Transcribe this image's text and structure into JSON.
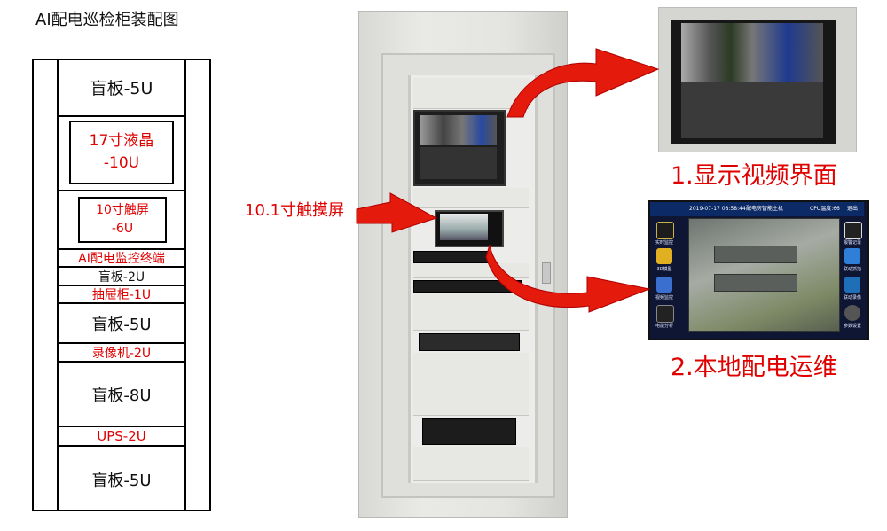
{
  "diagram": {
    "title": "AI配电巡检柜装配图",
    "slots": [
      {
        "label": "盲板-5U",
        "tone": "black"
      },
      {
        "label": "17寸液晶\n-10U",
        "tone": "red"
      },
      {
        "label": "10寸触屏\n-6U",
        "tone": "red"
      },
      {
        "label": "AI配电监控终端",
        "tone": "red"
      },
      {
        "label": "盲板-2U",
        "tone": "black"
      },
      {
        "label": "抽屉柜-1U",
        "tone": "red"
      },
      {
        "label": "盲板-5U",
        "tone": "black"
      },
      {
        "label": "录像机-2U",
        "tone": "red"
      },
      {
        "label": "盲板-8U",
        "tone": "black"
      },
      {
        "label": "UPS-2U",
        "tone": "red"
      },
      {
        "label": "盲板-5U",
        "tone": "black"
      }
    ]
  },
  "photo": {
    "touch_label": "10.1寸触摸屏",
    "video_caption": "1.显示视频界面",
    "local_caption": "2.本地配电运维"
  },
  "ui": {
    "topbar_left": "2019-07-17 08:58:44",
    "topbar_center": "配电房智能主机",
    "topbar_right": "CPU温度:66",
    "exit_label": "退出",
    "left_buttons": [
      "实时监控",
      "3D模型",
      "视频监控",
      "电能分析"
    ],
    "right_buttons": [
      "报警记录",
      "联动抓拍",
      "联动录像",
      "参数设置"
    ]
  },
  "colors": {
    "red": "#e00000",
    "arrow": "#e31a0c"
  }
}
